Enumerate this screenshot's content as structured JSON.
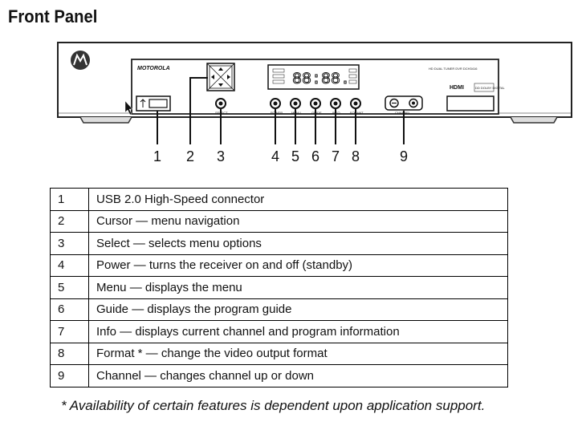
{
  "title": "Front Panel",
  "panel": {
    "brand": "MOTOROLA",
    "model_line": "HD DUAL TUNER DVR   DCH3416",
    "display_digits": "88:88.",
    "hdmi_label": "HDMI",
    "dolby_label": "DD DOLBY DIGITAL",
    "button_labels": {
      "select": "SELECT",
      "power": "POWER",
      "menu": "MENU",
      "guide": "GUIDE",
      "info": "INFO",
      "format": "FORMAT",
      "channel": "CHANNEL"
    }
  },
  "callouts": [
    "1",
    "2",
    "3",
    "4",
    "5",
    "6",
    "7",
    "8",
    "9"
  ],
  "legend": [
    {
      "num": "1",
      "desc": "USB 2.0 High-Speed connector"
    },
    {
      "num": "2",
      "desc": "Cursor — menu navigation"
    },
    {
      "num": "3",
      "desc": "Select — selects menu options"
    },
    {
      "num": "4",
      "desc": "Power — turns the receiver on and off (standby)"
    },
    {
      "num": "5",
      "desc": "Menu — displays the menu"
    },
    {
      "num": "6",
      "desc": "Guide — displays the program guide"
    },
    {
      "num": "7",
      "desc": "Info — displays current channel and program information"
    },
    {
      "num": "8",
      "desc": "Format * — change the video output format"
    },
    {
      "num": "9",
      "desc": "Channel — changes channel up or down"
    }
  ],
  "footnote": "* Availability of certain features is dependent upon application support."
}
